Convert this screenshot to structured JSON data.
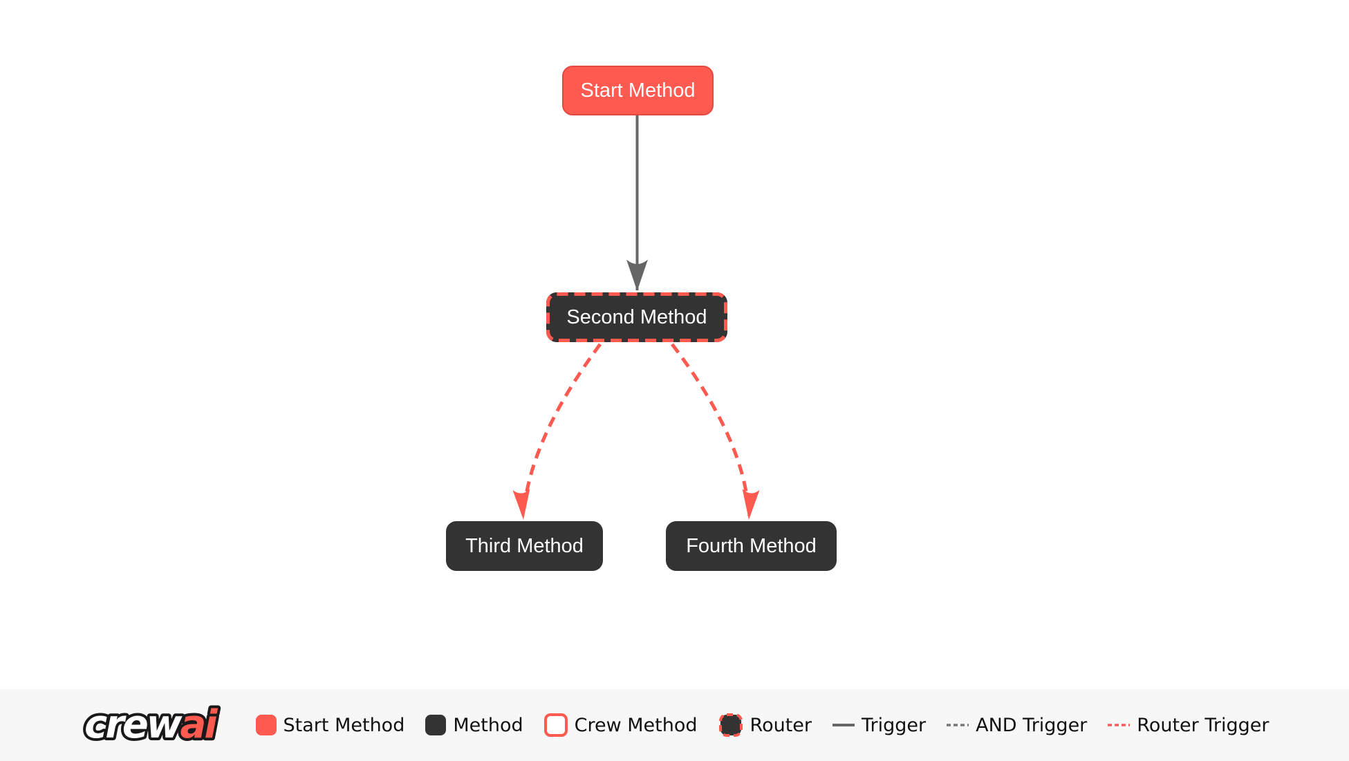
{
  "colors": {
    "red": "#FF5A50",
    "dark": "#333333",
    "edge_gray": "#666666",
    "node_text": "#FFFFFF",
    "legend_text": "#111111",
    "legend_bg": "#f7f7f8",
    "canvas_bg": "#ffffff"
  },
  "logo": {
    "crew": "crew",
    "ai": "ai"
  },
  "nodes": {
    "start": {
      "label": "Start Method",
      "type": "start"
    },
    "second": {
      "label": "Second Method",
      "type": "router"
    },
    "third": {
      "label": "Third Method",
      "type": "method"
    },
    "fourth": {
      "label": "Fourth Method",
      "type": "method"
    }
  },
  "flow": {
    "edges": [
      {
        "from": "Start Method",
        "to": "Second Method",
        "type": "trigger"
      },
      {
        "from": "Second Method",
        "to": "Third Method",
        "type": "router-trigger"
      },
      {
        "from": "Second Method",
        "to": "Fourth Method",
        "type": "router-trigger"
      }
    ]
  },
  "legend": {
    "items": [
      {
        "label": "Start Method",
        "swatch": "start-node-swatch"
      },
      {
        "label": "Method",
        "swatch": "method-node-swatch"
      },
      {
        "label": "Crew Method",
        "swatch": "crew-node-swatch"
      },
      {
        "label": "Router",
        "swatch": "router-node-swatch"
      },
      {
        "label": "Trigger",
        "swatch": "trigger-line-swatch"
      },
      {
        "label": "AND Trigger",
        "swatch": "and-trigger-line-swatch"
      },
      {
        "label": "Router Trigger",
        "swatch": "router-trigger-line-swatch"
      }
    ]
  }
}
